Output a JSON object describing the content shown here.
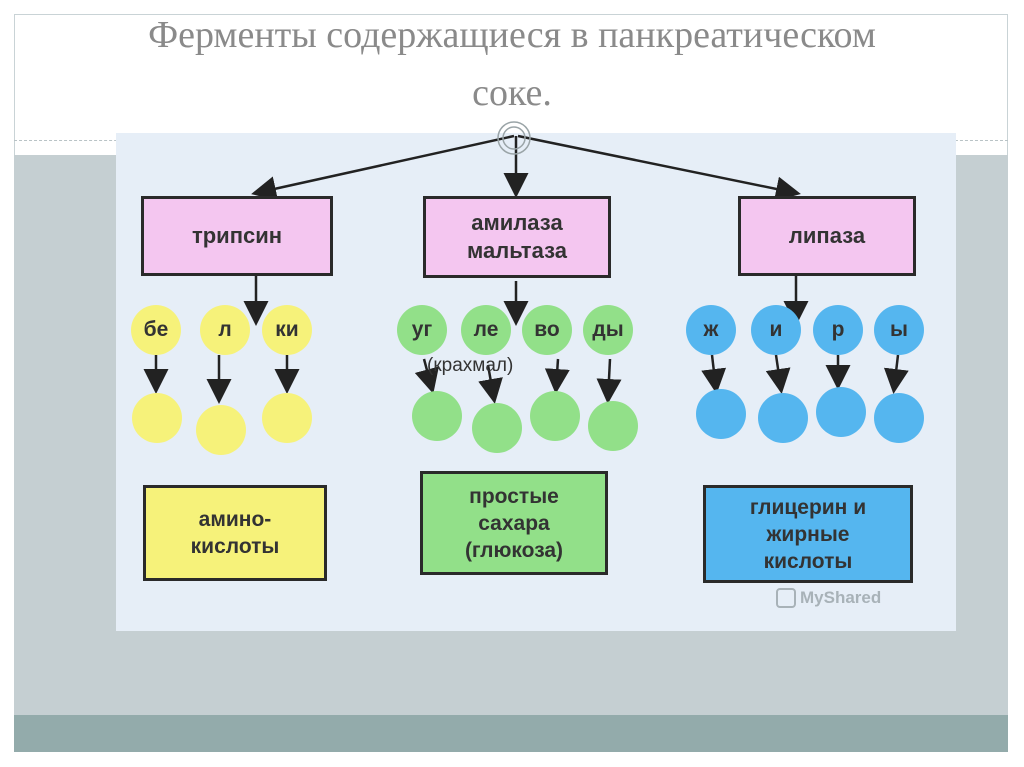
{
  "slide": {
    "title": "Ферменты содержащиеся в панкреатическом\nсоке."
  },
  "colors": {
    "gray_band": "#c5cfd2",
    "teal_band": "#93abab",
    "diagram_bg": "#e6eef7",
    "enzyme_fill": "#f4c6f0",
    "yellow": "#f6f27a",
    "green": "#92e089",
    "blue": "#55b6ef"
  },
  "diagram": {
    "enzymes": [
      {
        "label": "трипсин"
      },
      {
        "label": "амилаза\nмальтаза"
      },
      {
        "label": "липаза"
      }
    ],
    "groups": [
      {
        "syllables": [
          "бе",
          "л",
          "ки"
        ],
        "result": "амино-\nкислоты"
      },
      {
        "syllables": [
          "уг",
          "ле",
          "во",
          "ды"
        ],
        "note": "(крахмал)",
        "result": "простые\nсахара\n(глюкоза)"
      },
      {
        "syllables": [
          "ж",
          "и",
          "р",
          "ы"
        ],
        "result": "глицерин и\nжирные\nкислоты"
      }
    ],
    "watermark": "MyShared"
  }
}
